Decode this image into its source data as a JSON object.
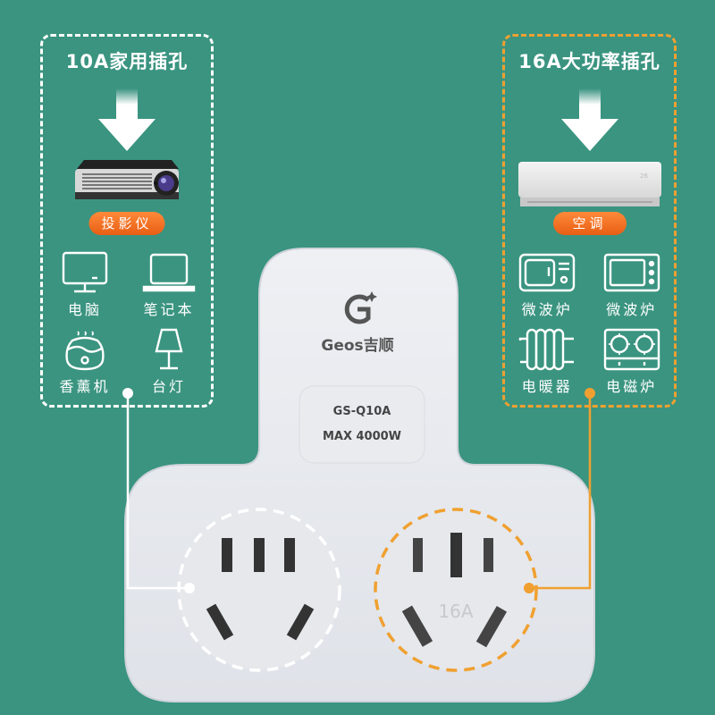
{
  "colors": {
    "background": "#3a9480",
    "left_accent": "#ffffff",
    "right_accent": "#f0a030",
    "pill": "#f07020"
  },
  "left_panel": {
    "title": "10A家用插孔",
    "featured": {
      "label": "投影仪",
      "icon": "projector-icon"
    },
    "items": [
      {
        "label": "电脑",
        "icon": "monitor-icon"
      },
      {
        "label": "笔记本",
        "icon": "laptop-icon"
      },
      {
        "label": "香薰机",
        "icon": "humidifier-icon"
      },
      {
        "label": "台灯",
        "icon": "lamp-icon"
      }
    ]
  },
  "right_panel": {
    "title": "16A大功率插孔",
    "featured": {
      "label": "空调",
      "icon": "air-conditioner-icon"
    },
    "items": [
      {
        "label": "微波炉",
        "icon": "microwave-icon"
      },
      {
        "label": "微波炉",
        "icon": "oven-icon"
      },
      {
        "label": "电暖器",
        "icon": "radiator-icon"
      },
      {
        "label": "电磁炉",
        "icon": "induction-cooker-icon"
      }
    ]
  },
  "product": {
    "brand": "Geos吉顺",
    "model": "GS-Q10A",
    "max_power": "MAX 4000W",
    "socket_16a_label": "16A"
  }
}
